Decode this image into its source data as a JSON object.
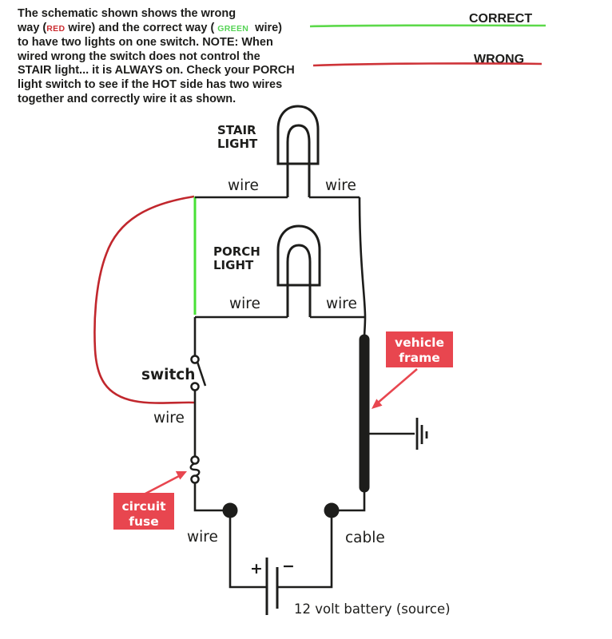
{
  "intro": {
    "line1": "The schematic shown shows the wrong",
    "line2_pre": "way (",
    "line2_red": "RED",
    "line2_mid": " wire) and the correct way (",
    "line2_green": "GREEN",
    "line2_post": " wire)",
    "line3": "to have two lights on one switch. NOTE: When",
    "line4": "wired wrong the switch does not control the",
    "line5": "STAIR light... it is ALWAYS on. Check your PORCH",
    "line6": "light switch to see if the HOT side has two wires",
    "line7": "together and correctly wire it as shown."
  },
  "legend": {
    "correct": "CORRECT",
    "wrong": "WRONG"
  },
  "labels": {
    "stair_line1": "STAIR",
    "stair_line2": "LIGHT",
    "porch_line1": "PORCH",
    "porch_line2": "LIGHT",
    "wire": "wire",
    "switch": "switch",
    "cable": "cable",
    "battery": "12 volt battery (source)",
    "plus": "+",
    "minus": "−",
    "fuse_line1": "circuit",
    "fuse_line2": "fuse",
    "frame_line1": "vehicle",
    "frame_line2": "frame"
  },
  "colors": {
    "line": "#1d1d1b",
    "wrong_wire": "#c1272d",
    "correct_wire": "#47e135",
    "legend_correct": "#5cd94a",
    "legend_wrong": "#ce3338",
    "callout_bg": "#e8464f",
    "callout_text": "#ffffff",
    "intro_red": "#cc2d31",
    "intro_green": "#57d457"
  }
}
